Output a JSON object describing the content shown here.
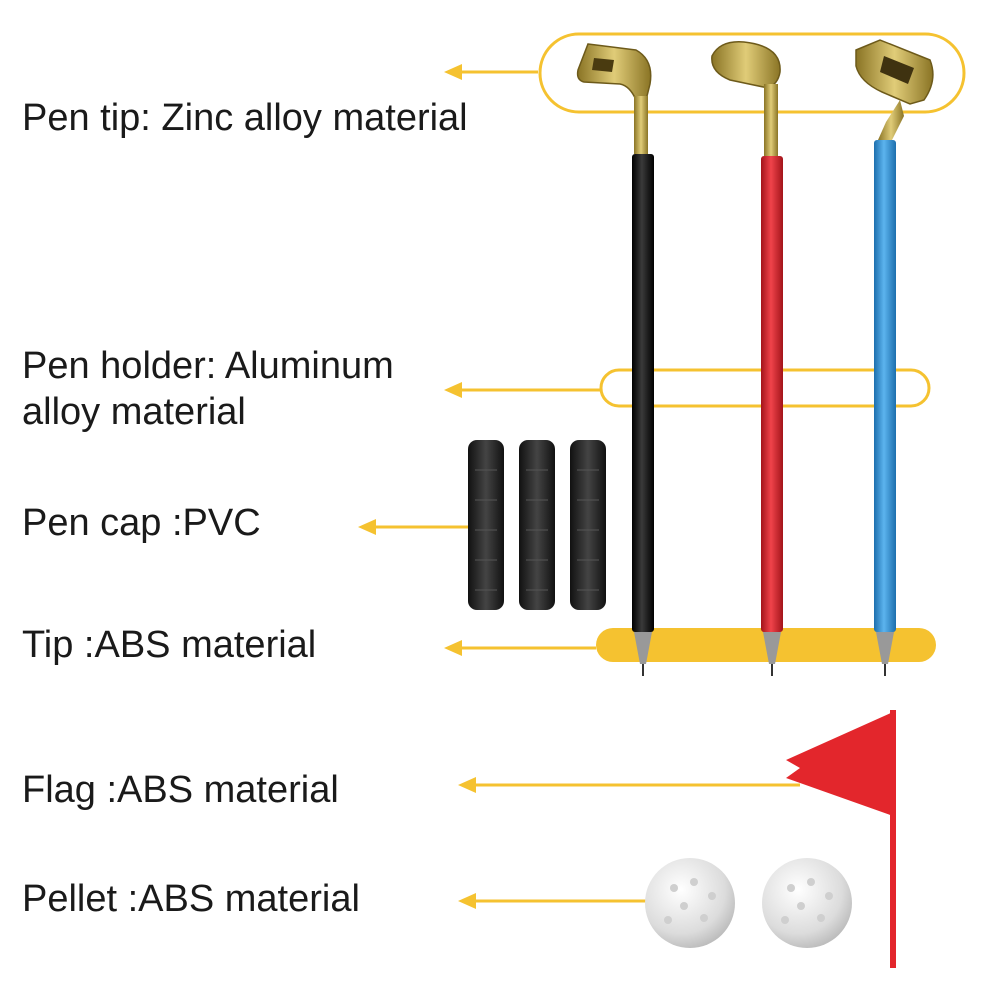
{
  "labels": {
    "pen_tip": "Pen tip: Zinc alloy material",
    "pen_holder_line1": "Pen holder: Aluminum",
    "pen_holder_line2": "alloy material",
    "pen_cap": "Pen cap :PVC",
    "tip": "Tip :ABS material",
    "flag": "Flag :ABS material",
    "pellet": "Pellet :ABS material"
  },
  "colors": {
    "accent": "#F5C230",
    "pen_black": "#1c1c1c",
    "pen_red": "#d61f26",
    "pen_blue": "#2e8fd6",
    "club_gold": "#b59a3a",
    "flag_red": "#e3262c",
    "cap_black": "#222222",
    "ball_white": "#e8e8e8"
  },
  "icons": [
    "golf-club-head-icon",
    "pen-cap-icon",
    "golf-flag-icon",
    "golf-ball-icon",
    "arrow-left-icon"
  ]
}
